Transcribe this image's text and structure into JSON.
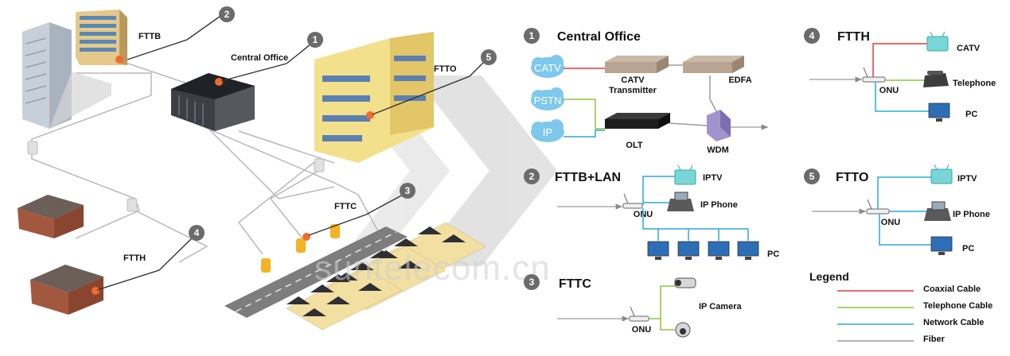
{
  "colors": {
    "coax": "#e23b3b",
    "phone": "#8cc63f",
    "network": "#2aa7e0",
    "fiber": "#9a9a9a",
    "badge": "#6b6b6b",
    "cloud": "#7ec8ec"
  },
  "left": {
    "fttb": "FTTB",
    "central_office": "Central Office",
    "ftto": "FTTO",
    "fttc": "FTTC",
    "ftth": "FTTH",
    "badges": [
      "1",
      "2",
      "3",
      "4",
      "5"
    ]
  },
  "watermark": "suntelecom.cn",
  "central": {
    "badge": "1",
    "title": "Central Office",
    "catv": "CATV",
    "pstn": "PSTN",
    "ip": "IP",
    "catv_tx_1": "CATV",
    "catv_tx_2": "Transmitter",
    "edfa": "EDFA",
    "olt": "OLT",
    "wdm": "WDM"
  },
  "fttb_lan": {
    "badge": "2",
    "title": "FTTB+LAN",
    "iptv": "IPTV",
    "ip_phone": "IP Phone",
    "onu": "ONU",
    "pc": "PC"
  },
  "fttc": {
    "badge": "3",
    "title": "FTTC",
    "onu": "ONU",
    "ip_camera": "IP Camera"
  },
  "ftth": {
    "badge": "4",
    "title": "FTTH",
    "catv": "CATV",
    "telephone": "Telephone",
    "onu": "ONU",
    "pc": "PC"
  },
  "ftto": {
    "badge": "5",
    "title": "FTTO",
    "iptv": "IPTV",
    "ip_phone": "IP Phone",
    "onu": "ONU",
    "pc": "PC"
  },
  "legend": {
    "title": "Legend",
    "items": [
      {
        "label": "Coaxial Cable",
        "color": "#e23b3b"
      },
      {
        "label": "Telephone Cable",
        "color": "#8cc63f"
      },
      {
        "label": "Network Cable",
        "color": "#2aa7e0"
      },
      {
        "label": "Fiber",
        "color": "#9a9a9a"
      }
    ]
  }
}
